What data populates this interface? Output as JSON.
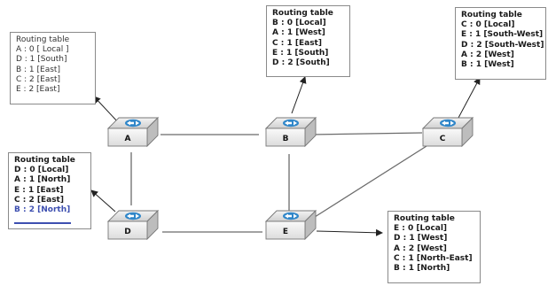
{
  "routers": [
    {
      "id": "A",
      "label": "A"
    },
    {
      "id": "B",
      "label": "B"
    },
    {
      "id": "C",
      "label": "C"
    },
    {
      "id": "D",
      "label": "D"
    },
    {
      "id": "E",
      "label": "E"
    }
  ],
  "links": [
    [
      "A",
      "B"
    ],
    [
      "B",
      "C"
    ],
    [
      "A",
      "D"
    ],
    [
      "B",
      "E"
    ],
    [
      "D",
      "E"
    ],
    [
      "E",
      "C"
    ]
  ],
  "tables": {
    "A": {
      "title": "Routing table",
      "entries": [
        "A : 0 [ Local ]",
        "D : 1 [South]",
        "B : 1 [East]",
        "C : 2 [East]",
        "E : 2 [East]"
      ]
    },
    "B": {
      "title": "Routing table",
      "entries": [
        "B : 0 [Local]",
        "A : 1 [West]",
        "C : 1 [East]",
        "E : 1 [South]",
        "D : 2 [South]"
      ]
    },
    "C": {
      "title": "Routing table",
      "entries": [
        "C : 0 [Local]",
        "E : 1 [South-West]",
        "D : 2 [South-West]",
        "A : 2 [West]",
        "B : 1 [West]"
      ]
    },
    "D": {
      "title": "Routing table",
      "entries": [
        "D : 0 [Local]",
        "A : 1 [North]",
        "E : 1 [East]",
        "C : 2 [East]",
        "B : 2 [North]"
      ]
    },
    "E": {
      "title": "Routing table",
      "entries": [
        "E : 0 [Local]",
        "D : 1 [West]",
        "A : 2 [West]",
        "C : 1 [North-East]",
        "B : 1 [North]"
      ]
    }
  },
  "colors": {
    "highlight": "#3d4fb0",
    "router_icon": "#2f86c9",
    "link": "#6b6b6b"
  }
}
